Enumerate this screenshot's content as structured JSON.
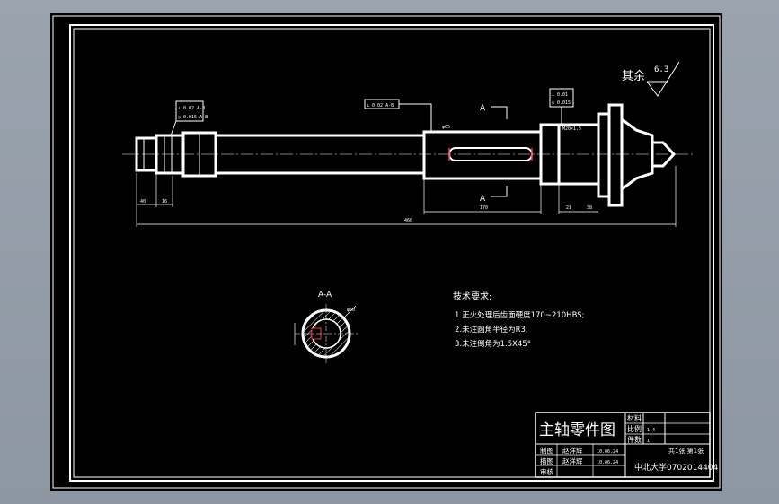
{
  "drawing": {
    "surface_finish": {
      "label": "其余",
      "value": "6.3"
    },
    "section_label": "A-A",
    "section_marks": [
      "A",
      "A"
    ],
    "dimensions": {
      "overall_length": "460",
      "keyway_length": "170",
      "left_short_1": "40",
      "left_short_2": "16",
      "right_1": "21",
      "right_2": "38",
      "section_dia": "φ50",
      "thread": "M20×1.5",
      "fit": "φ65"
    },
    "tolerance_frames": [
      "⊥ 0.02 A-B",
      "◎ 0.015 A-B",
      "⊥ 0.01",
      "◎ 0.015"
    ],
    "technical_requirements": {
      "title": "技术要求:",
      "items": [
        "1.正火处理后齿面硬度170~210HBS;",
        "2.未注圆角半径为R3;",
        "3.未注倒角为1.5X45°"
      ]
    },
    "title_block": {
      "title": "主轴零件图",
      "material_label": "材料",
      "scale_label": "比例",
      "scale_value": "1:4",
      "count_label": "件数",
      "count_value": "1",
      "sheet_info": "共1张 第1张",
      "rows": [
        {
          "role": "制图",
          "name": "赵洋辉",
          "date": "10.06.24"
        },
        {
          "role": "描图",
          "name": "赵洋辉",
          "date": "10.06.24"
        },
        {
          "role": "审核",
          "name": "",
          "date": ""
        }
      ],
      "school": "中北大学0702014404"
    }
  }
}
